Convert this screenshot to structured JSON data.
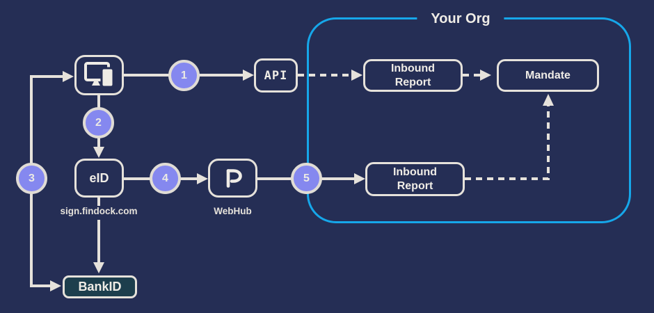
{
  "org": {
    "title": "Your Org"
  },
  "nodes": {
    "device": {
      "icon": "devices-icon"
    },
    "api": {
      "label": "API"
    },
    "inbound_report_top": {
      "line1": "Inbound",
      "line2": "Report"
    },
    "mandate": {
      "label": "Mandate"
    },
    "eid": {
      "label": "eID",
      "sublabel": "sign.findock.com"
    },
    "webhub": {
      "icon": "findock-logo-icon",
      "sublabel": "WebHub"
    },
    "inbound_report_bottom": {
      "line1": "Inbound",
      "line2": "Report"
    },
    "bankid": {
      "label": "BankID"
    }
  },
  "steps": [
    "1",
    "2",
    "3",
    "4",
    "5"
  ],
  "colors": {
    "background": "#252e55",
    "connector": "#e6e2db",
    "step_circle_fill": "#8588ef",
    "org_border": "#16a7ea",
    "bankid_fill": "#1d3e4d",
    "text": "#efece6"
  }
}
